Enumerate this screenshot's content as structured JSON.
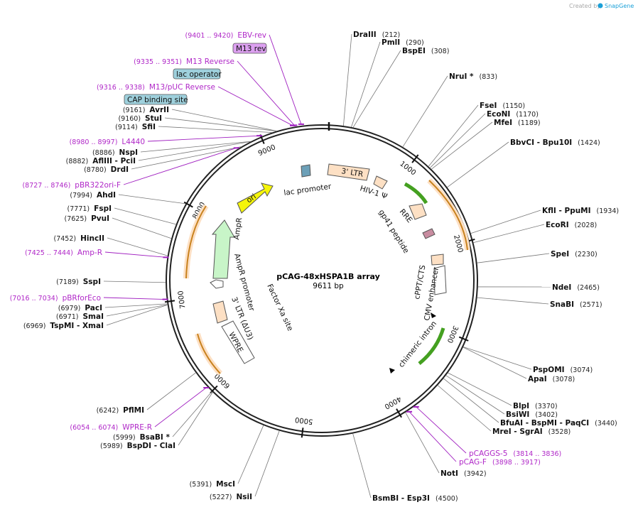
{
  "credit": {
    "text": "Created by",
    "brand": "SnapGene"
  },
  "plasmid": {
    "name": "pCAG-48xHSPA1B array",
    "length_label": "9611 bp"
  },
  "ticks": [
    "1000",
    "2000",
    "3000",
    "4000",
    "5000",
    "6000",
    "7000",
    "8000",
    "9000"
  ],
  "labels": {
    "right": [
      {
        "name": "DraIII",
        "pos": "(212)"
      },
      {
        "name": "PmlI",
        "pos": "(290)"
      },
      {
        "name": "BspEI",
        "pos": "(308)"
      },
      {
        "name": "NruI *",
        "pos": "(833)"
      },
      {
        "name": "FseI",
        "pos": "(1150)"
      },
      {
        "name": "EcoNI",
        "pos": "(1170)"
      },
      {
        "name": "MfeI",
        "pos": "(1189)"
      },
      {
        "name": "BbvCI - Bpu10I",
        "pos": "(1424)"
      },
      {
        "name": "KflI - PpuMI",
        "pos": "(1934)"
      },
      {
        "name": "EcoRI",
        "pos": "(2028)"
      },
      {
        "name": "SpeI",
        "pos": "(2230)"
      },
      {
        "name": "NdeI",
        "pos": "(2465)"
      },
      {
        "name": "SnaBI",
        "pos": "(2571)"
      },
      {
        "name": "PspOMI",
        "pos": "(3074)"
      },
      {
        "name": "ApaI",
        "pos": "(3078)"
      },
      {
        "name": "BlpI",
        "pos": "(3370)"
      },
      {
        "name": "BsiWI",
        "pos": "(3402)"
      },
      {
        "name": "BfuAI - BspMI - PaqCI",
        "pos": "(3440)"
      },
      {
        "name": "MreI - SgrAI",
        "pos": "(3528)"
      },
      {
        "name": "NotI",
        "pos": "(3942)"
      },
      {
        "name": "BsmBI - Esp3I",
        "pos": "(4500)"
      }
    ],
    "left": [
      {
        "name": "AvrII",
        "pos": "(9161)"
      },
      {
        "name": "StuI",
        "pos": "(9160)"
      },
      {
        "name": "SfiI",
        "pos": "(9114)"
      },
      {
        "name": "NspI",
        "pos": "(8886)"
      },
      {
        "name": "AflIII - PciI",
        "pos": "(8882)"
      },
      {
        "name": "DrdI",
        "pos": "(8780)"
      },
      {
        "name": "AhdI",
        "pos": "(7994)"
      },
      {
        "name": "FspI",
        "pos": "(7771)"
      },
      {
        "name": "PvuI",
        "pos": "(7625)"
      },
      {
        "name": "HincII",
        "pos": "(7452)"
      },
      {
        "name": "SspI",
        "pos": "(7189)"
      },
      {
        "name": "PacI",
        "pos": "(6979)"
      },
      {
        "name": "SmaI",
        "pos": "(6971)"
      },
      {
        "name": "TspMI - XmaI",
        "pos": "(6969)"
      },
      {
        "name": "PflMI",
        "pos": "(6242)"
      },
      {
        "name": "BsaBI *",
        "pos": "(5999)"
      },
      {
        "name": "BspDI - ClaI",
        "pos": "(5989)"
      },
      {
        "name": "MscI",
        "pos": "(5391)"
      },
      {
        "name": "NsiI",
        "pos": "(5227)"
      }
    ],
    "primers": [
      {
        "name": "EBV-rev",
        "pos": "(9401 .. 9420)"
      },
      {
        "name": "M13 Reverse",
        "pos": "(9335 .. 9351)"
      },
      {
        "name": "M13/pUC Reverse",
        "pos": "(9316 .. 9338)"
      },
      {
        "name": "L4440",
        "pos": "(8980 .. 8997)"
      },
      {
        "name": "pBR322ori-F",
        "pos": "(8727 .. 8746)"
      },
      {
        "name": "Amp-R",
        "pos": "(7425 .. 7444)"
      },
      {
        "name": "pBRforEco",
        "pos": "(7016 .. 7034)"
      },
      {
        "name": "WPRE-R",
        "pos": "(6054 .. 6074)"
      },
      {
        "name": "pCAGGS-5",
        "pos": "(3814 .. 3836)"
      },
      {
        "name": "pCAG-F",
        "pos": "(3898 .. 3917)"
      }
    ],
    "boxed": [
      "M13 rev",
      "lac operator",
      "CAP binding site"
    ]
  },
  "features": {
    "ltr3_top": "3' LTR",
    "hiv": "HIV-1 Ψ",
    "rre": "RRE",
    "gp41": "gp41 peptide",
    "cppt": "cPPT/CTS",
    "cmv": "CMV enhancer",
    "intron": "chimeric intron",
    "lac": "lac promoter",
    "ori": "ori",
    "ampr": "AmpR",
    "amprp": "AmpR promoter",
    "ltr3_bot": "3' LTR (ΔU3)",
    "fxa": "Factor Xa site",
    "wpre": "WPRE"
  },
  "colors": {
    "ltr": "#fde0c4",
    "ori": "#f5f50a",
    "ampr": "#c8f5c8",
    "primer": "#a020c0",
    "green_arrow": "#44a020",
    "orange_arrow": "#c8821e",
    "m13": "#dca0f0",
    "lac": "#9ed0dc"
  }
}
